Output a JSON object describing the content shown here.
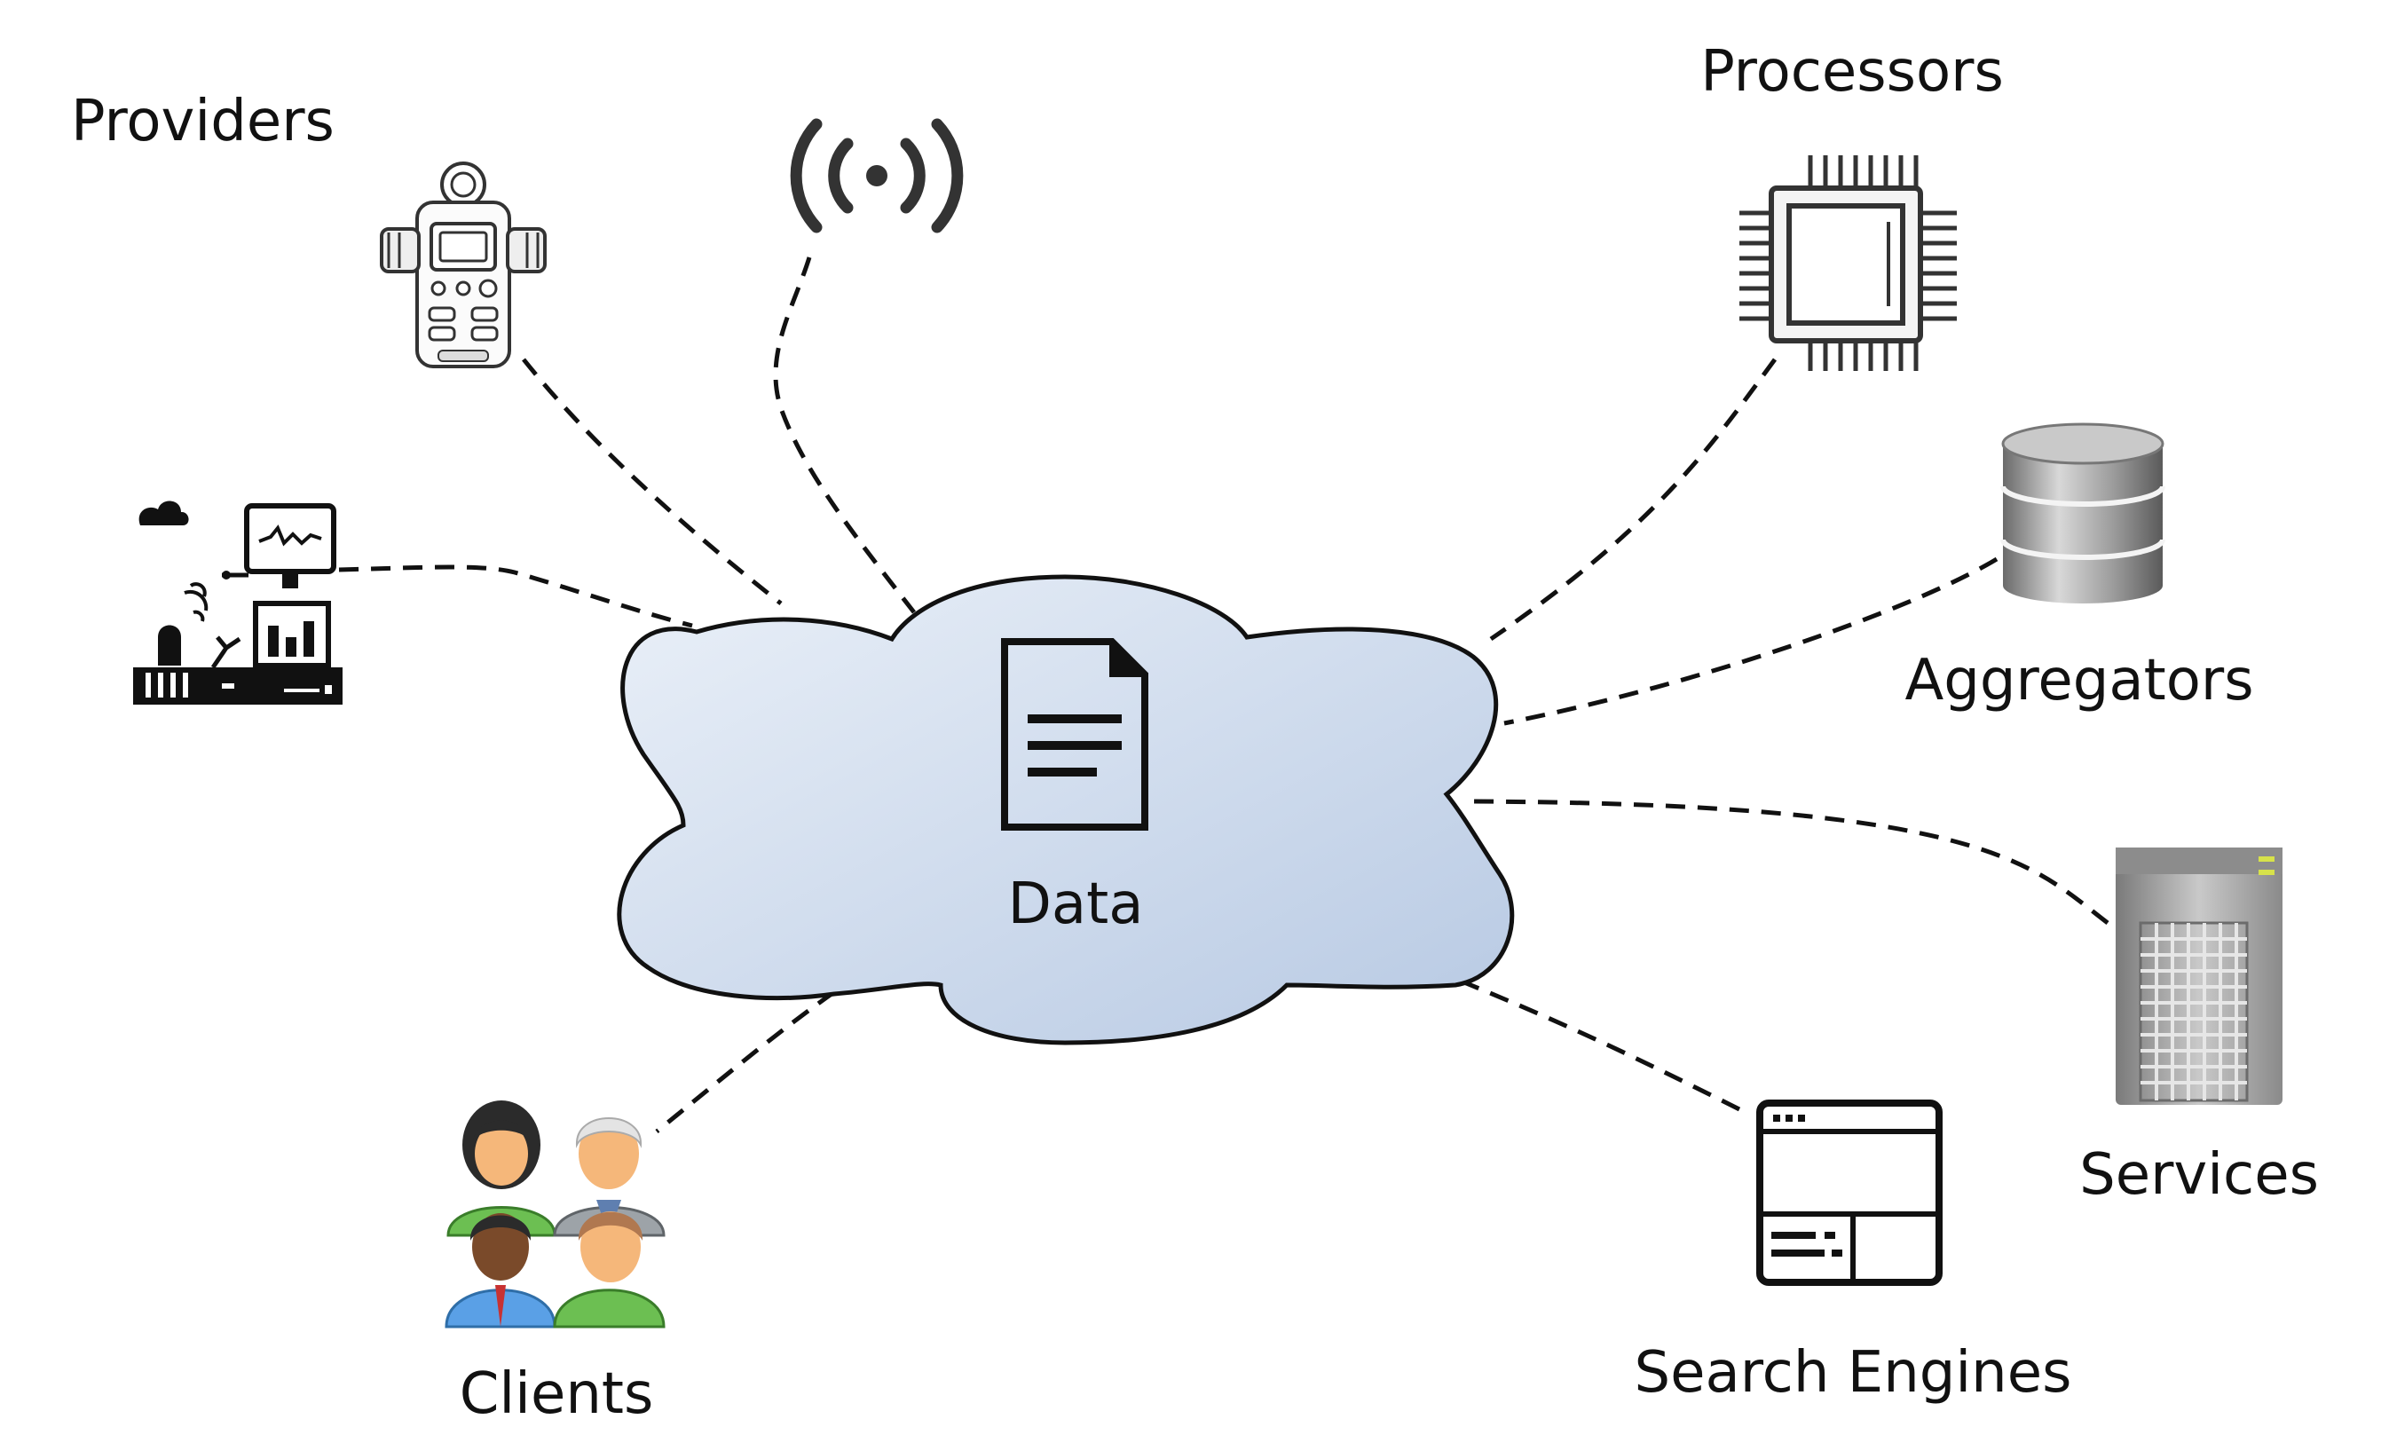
{
  "center": {
    "label": "Data"
  },
  "nodes": {
    "providers": {
      "label": "Providers",
      "icon": "handheld-meter-icon"
    },
    "wireless": {
      "icon": "wireless-broadcast-icon"
    },
    "sensor_station": {
      "icon": "sensor-station-icon"
    },
    "processors": {
      "label": "Processors",
      "icon": "cpu-chip-icon"
    },
    "aggregators": {
      "label": "Aggregators",
      "icon": "database-icon"
    },
    "services": {
      "label": "Services",
      "icon": "server-tower-icon"
    },
    "search_engines": {
      "label": "Search Engines",
      "icon": "browser-window-icon"
    },
    "clients": {
      "label": "Clients",
      "icon": "user-group-icon"
    }
  },
  "colors": {
    "cloud_fill_start": "#e8eef7",
    "cloud_fill_end": "#b9cbe4",
    "line": "#111111"
  }
}
